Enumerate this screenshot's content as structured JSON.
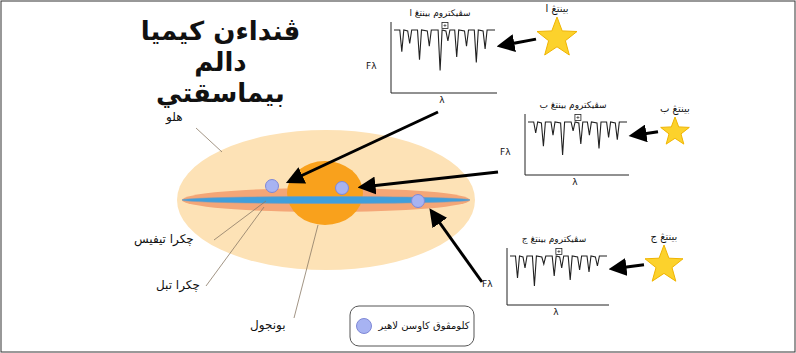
{
  "diagram": {
    "title": "ڤنداءن كيميا دالم بيماسقتي",
    "nodes": [
      {
        "text": [
          "بينتڠ ا"
        ]
      },
      {
        "text": [
          "سڤيکتروم بينتڠ ا",
          "Fλ",
          "λ"
        ]
      },
      {
        "text": [
          "بينتڠ ب"
        ]
      },
      {
        "text": [
          "سڤيکتروم بينتڠ ب",
          "Fλ",
          "λ"
        ]
      },
      {
        "text": [
          "بينتڠ ج"
        ]
      },
      {
        "text": [
          "سڤيکتروم بينتڠ ج",
          "Fλ",
          "λ"
        ]
      }
    ],
    "edges": [
      {
        "from": 0,
        "to": 1,
        "arrow": "to"
      },
      {
        "from": 2,
        "to": 3,
        "arrow": "to"
      },
      {
        "from": 4,
        "to": 5,
        "arrow": "to"
      }
    ],
    "labels": [
      "هلو",
      "چكرا تيفيس",
      "چكرا تبل",
      "بونجول"
    ],
    "legend": [
      {
        "text": "كلومڤوق كاوسن لاهير",
        "color": "#a7b3f2"
      }
    ]
  }
}
